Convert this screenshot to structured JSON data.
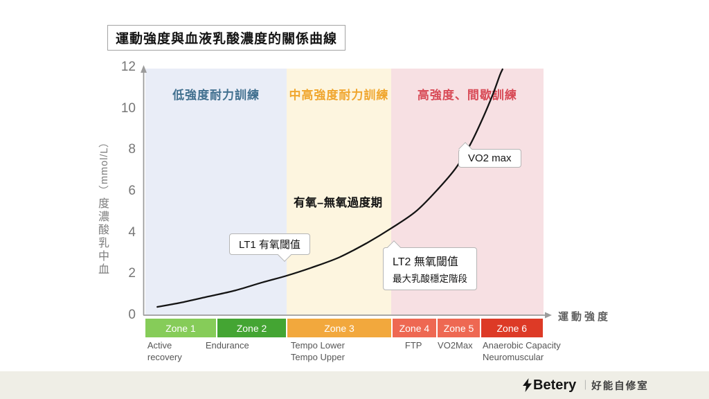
{
  "title": "運動強度與血液乳酸濃度的關係曲線",
  "axes": {
    "x_label": "運動強度",
    "y_label": "血中乳酸濃度（mmol/L）",
    "y_label_cjk": "血中乳酸濃度",
    "y_label_unit": "（mmol/L）"
  },
  "chart_data": {
    "type": "line",
    "title": "運動強度與血液乳酸濃度的關係曲線",
    "xlabel": "運動強度",
    "ylabel": "血中乳酸濃度（mmol/L）",
    "ylim": [
      0,
      12
    ],
    "yticks": [
      0,
      2,
      4,
      6,
      8,
      10,
      12
    ],
    "grid": false,
    "series": [
      {
        "name": "血中乳酸濃度",
        "color": "#141414",
        "points": [
          {
            "x": 0.03,
            "y": 0.4
          },
          {
            "x": 0.087,
            "y": 0.6
          },
          {
            "x": 0.157,
            "y": 0.9
          },
          {
            "x": 0.226,
            "y": 1.2
          },
          {
            "x": 0.296,
            "y": 1.6
          },
          {
            "x": 0.353,
            "y": 1.9
          },
          {
            "x": 0.417,
            "y": 2.3
          },
          {
            "x": 0.487,
            "y": 2.8
          },
          {
            "x": 0.557,
            "y": 3.5
          },
          {
            "x": 0.617,
            "y": 4.2
          },
          {
            "x": 0.678,
            "y": 5.0
          },
          {
            "x": 0.73,
            "y": 6.0
          },
          {
            "x": 0.779,
            "y": 7.1
          },
          {
            "x": 0.817,
            "y": 8.3
          },
          {
            "x": 0.849,
            "y": 9.6
          },
          {
            "x": 0.873,
            "y": 10.7
          },
          {
            "x": 0.89,
            "y": 11.6
          },
          {
            "x": 0.897,
            "y": 11.9
          }
        ]
      }
    ],
    "regions": [
      {
        "id": "low",
        "label": "低強度耐力訓練",
        "x1": 0.0,
        "x2": 0.355,
        "bg": "#e9edf7",
        "label_color": "#41708f"
      },
      {
        "id": "mid",
        "label": "中高強度耐力訓練",
        "x1": 0.355,
        "x2": 0.617,
        "bg": "#fdf5df",
        "label_color": "#f0a62e"
      },
      {
        "id": "high",
        "label": "高強度、間歇訓練",
        "x1": 0.617,
        "x2": 1.0,
        "bg": "#f7e0e3",
        "label_color": "#d84b57"
      }
    ],
    "zones": [
      {
        "label": "Zone 1",
        "x1": 0.0,
        "x2": 0.177,
        "color": "#86cc59",
        "caption": "Active\nrecovery",
        "caption_x": 0.005
      },
      {
        "label": "Zone 2",
        "x1": 0.181,
        "x2": 0.353,
        "color": "#44a533",
        "caption": "Endurance",
        "caption_x": 0.151
      },
      {
        "label": "Zone 3",
        "x1": 0.357,
        "x2": 0.617,
        "color": "#f2a83d",
        "caption": "Tempo Lower\nTempo Upper",
        "caption_x": 0.365
      },
      {
        "label": "Zone 4",
        "x1": 0.621,
        "x2": 0.73,
        "color": "#ee6852",
        "caption": "FTP",
        "caption_x": 0.652
      },
      {
        "label": "Zone 5",
        "x1": 0.734,
        "x2": 0.84,
        "color": "#ee6852",
        "caption": "VO2Max",
        "caption_x": 0.734
      },
      {
        "label": "Zone 6",
        "x1": 0.843,
        "x2": 0.998,
        "color": "#dd3a26",
        "caption": "Anaerobic Capacity\nNeuromuscular",
        "caption_x": 0.847
      }
    ],
    "annotations": {
      "transition": {
        "text": "有氧–無氧過度期"
      },
      "lt1": {
        "text": "LT1 有氧閾值",
        "at": {
          "x": 0.353,
          "y": 1.9
        }
      },
      "lt2": {
        "title": "LT2 無氧閾值",
        "subtitle": "最大乳酸穩定階段",
        "at": {
          "x": 0.617,
          "y": 4.2
        }
      },
      "vo2max": {
        "text": "VO2 max",
        "at": {
          "x": 0.8,
          "y": 8.6
        }
      }
    },
    "axis_color": "#9c9c9c"
  },
  "footer": {
    "brand": "Betery",
    "divider": "｜",
    "tagline": "好能自修室"
  }
}
